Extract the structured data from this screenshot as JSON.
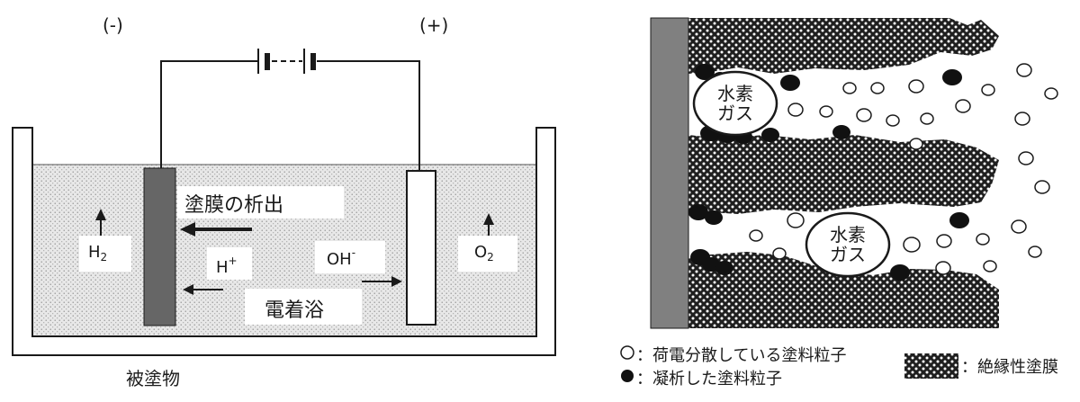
{
  "cell": {
    "neg_terminal": "(-)",
    "pos_terminal": "(+)",
    "film_deposition": "塗膜の析出",
    "h_plus": {
      "base": "H",
      "sup": "+"
    },
    "oh_minus": {
      "base": "OH",
      "sup": "-"
    },
    "h2": {
      "base": "H",
      "sub": "2"
    },
    "o2": {
      "base": "O",
      "sub": "2"
    },
    "bath": "電着浴",
    "workpiece": "被塗物"
  },
  "film": {
    "gas_top": {
      "line1": "水素",
      "line2": "ガス"
    },
    "gas_bottom": {
      "line1": "水素",
      "line2": "ガス"
    }
  },
  "legend": {
    "charged_particles": "：荷電分散している塗料粒子",
    "coagulated_particles": "：凝析した塗料粒子",
    "insulating_film": "：絶縁性塗膜"
  },
  "colors": {
    "line": "#1a1a1a",
    "cathode": "#666666",
    "anode": "#ffffff",
    "background": "#ffffff"
  }
}
